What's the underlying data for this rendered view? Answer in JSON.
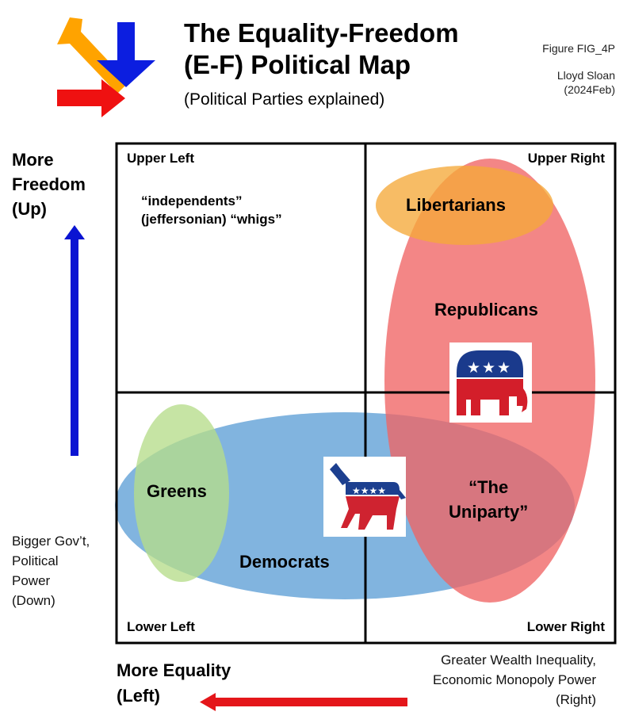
{
  "header": {
    "title_line1": "The Equality-Freedom",
    "title_line2": "(E-F) Political Map",
    "subtitle": "(Political Parties explained)",
    "figure_id": "Figure FIG_4P",
    "author": "Lloyd Sloan",
    "date": "(2024Feb)"
  },
  "axes": {
    "up_line1": "More",
    "up_line2": "Freedom",
    "up_line3": "(Up)",
    "down_line1": "Bigger Gov’t,",
    "down_line2": "Political",
    "down_line3": "Power",
    "down_line4": "(Down)",
    "left_line1": "More Equality",
    "left_line2": "(Left)",
    "right_line1": "Greater Wealth Inequality,",
    "right_line2": "Economic Monopoly Power",
    "right_line3": "(Right)"
  },
  "quadrants": {
    "upper_left": "Upper Left",
    "upper_right": "Upper Right",
    "lower_left": "Lower Left",
    "lower_right": "Lower Right"
  },
  "notes": {
    "independents_line1": "“independents”",
    "independents_line2": "(jeffersonian) “whigs”"
  },
  "parties": {
    "libertarians": "Libertarians",
    "republicans": "Republicans",
    "greens": "Greens",
    "democrats": "Democrats",
    "uniparty_line1": "“The",
    "uniparty_line2": "Uniparty”"
  },
  "colors": {
    "libertarians": "#f5a93a",
    "republicans": "#f06464",
    "greens": "#b6dc8a",
    "democrats": "#5e9fd6",
    "up_arrow": "#0a14d2",
    "left_arrow": "#e4161a",
    "logo_orange": "#ffa300",
    "logo_red": "#ef1111",
    "logo_blue": "#0c1ee0",
    "gop_blue": "#1a3a8c",
    "gop_red": "#d31e2a",
    "dem_blue": "#1c3f8f",
    "dem_red": "#cf2330"
  }
}
